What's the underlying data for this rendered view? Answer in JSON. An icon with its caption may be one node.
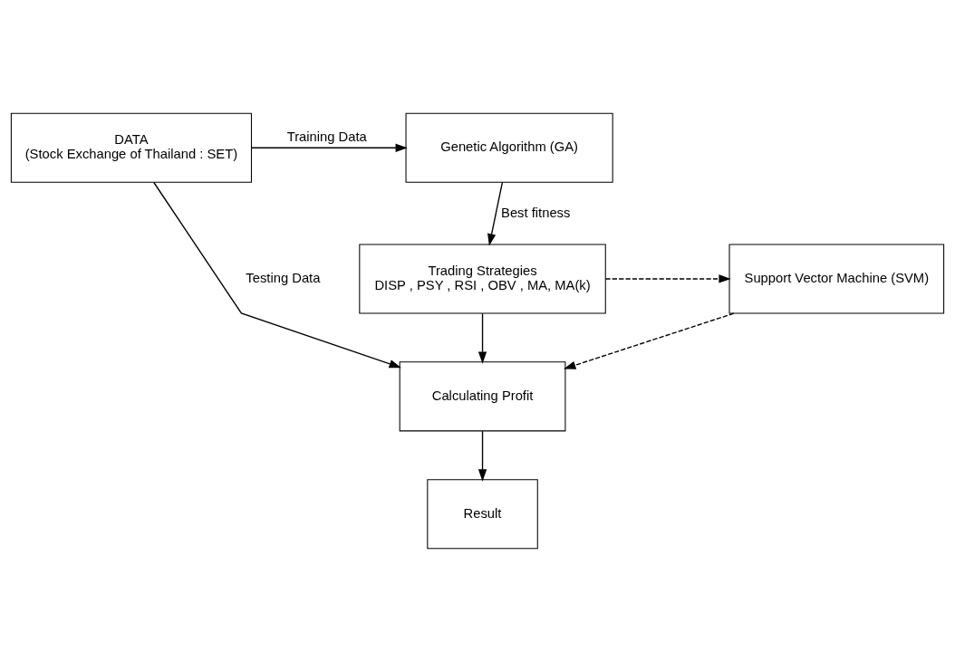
{
  "diagram": {
    "nodes": [
      {
        "text": [
          "DATA",
          "(Stock Exchange of Thailand : SET)"
        ]
      },
      {
        "text": [
          "Genetic Algorithm (GA)"
        ]
      },
      {
        "text": [
          "Trading Strategies",
          "DISP , PSY , RSI , OBV , MA, MA(k)"
        ]
      },
      {
        "text": [
          "Support Vector Machine (SVM)"
        ]
      },
      {
        "text": [
          "Calculating Profit"
        ]
      },
      {
        "text": [
          "Result"
        ]
      }
    ],
    "edges": [
      {
        "from": 0,
        "to": 1,
        "arrow": "to",
        "label": "Training Data"
      },
      {
        "from": 1,
        "to": 2,
        "arrow": "to",
        "label": "Best fitness"
      },
      {
        "from": 2,
        "to": 3,
        "arrow": "to",
        "style": "dashed"
      },
      {
        "from": 3,
        "to": 4,
        "arrow": "to",
        "style": "dashed"
      },
      {
        "from": 2,
        "to": 4,
        "arrow": "to"
      },
      {
        "from": 0,
        "to": 4,
        "arrow": "to",
        "label": "Testing Data"
      },
      {
        "from": 4,
        "to": 5,
        "arrow": "to"
      }
    ]
  }
}
